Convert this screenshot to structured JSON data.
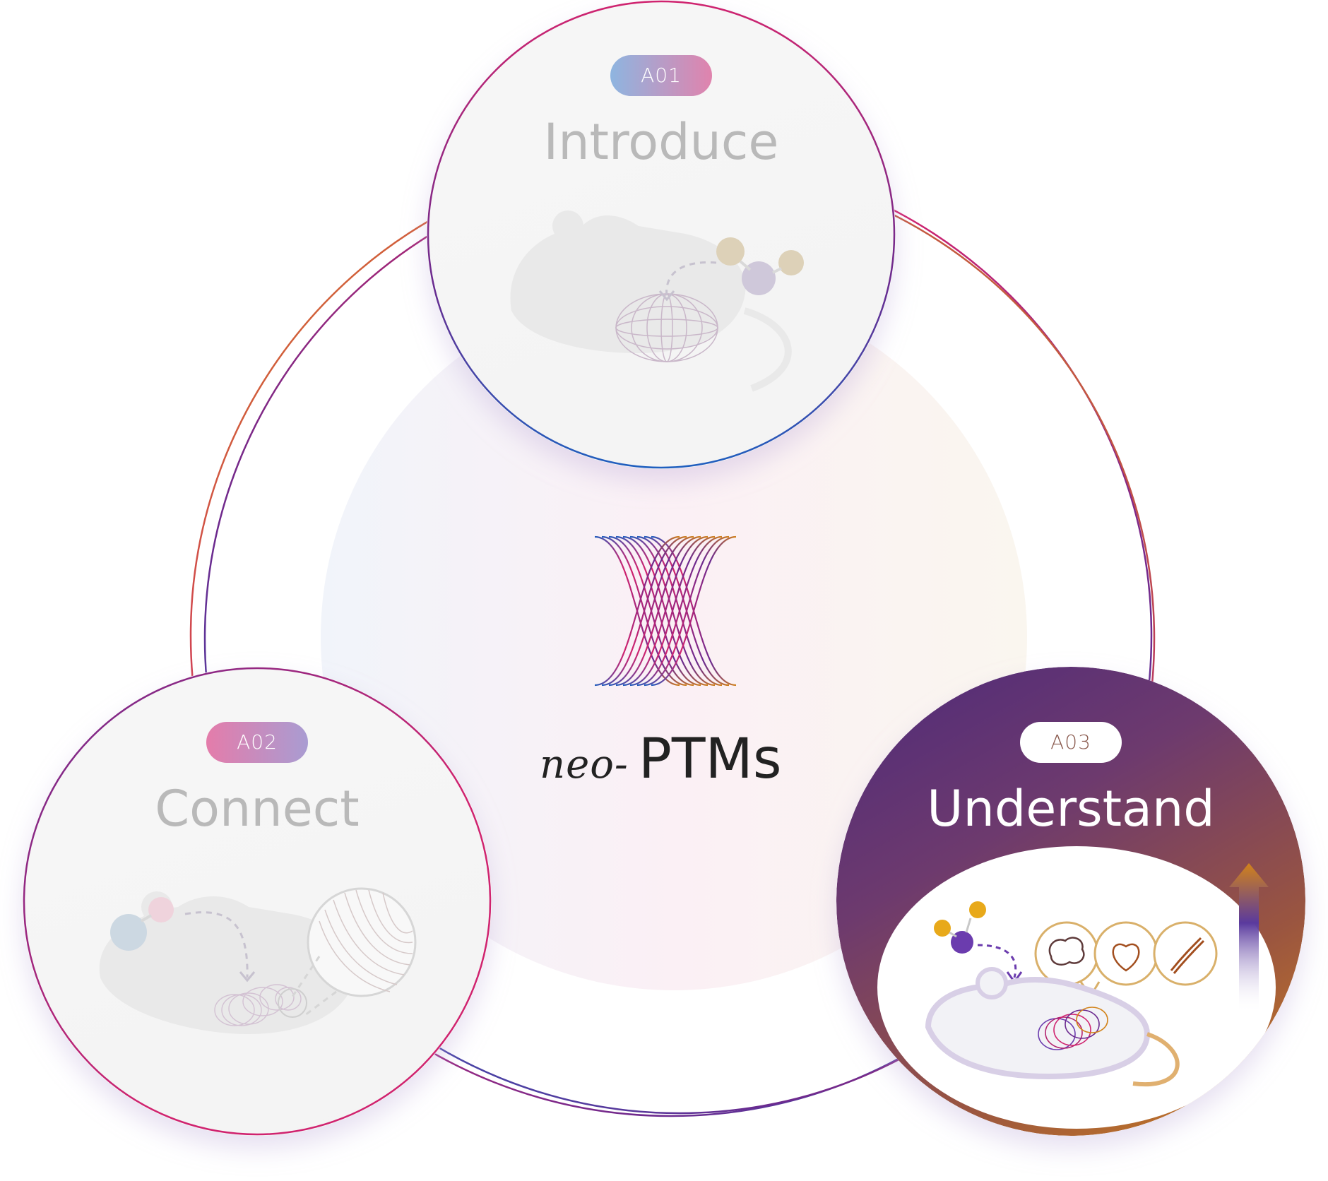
{
  "brand": {
    "prefix": "neo-",
    "name": "PTMs",
    "logo_icon": "spiral-ribbon-logo-icon"
  },
  "nodes": [
    {
      "id": "A01",
      "badge": "A01",
      "title": "Introduce",
      "active": false,
      "icon": "mouse-molecule-sphere-icon"
    },
    {
      "id": "A02",
      "badge": "A02",
      "title": "Connect",
      "active": false,
      "icon": "mouse-molecule-spiral-zoom-icon"
    },
    {
      "id": "A03",
      "badge": "A03",
      "title": "Understand",
      "active": true,
      "icon": "mouse-brain-heart-muscle-arrow-icon"
    }
  ],
  "colors": {
    "blue": "#1f5fbf",
    "magenta": "#d0236f",
    "purple": "#6b2a8f",
    "orange": "#d2831a",
    "active_start": "#4e2a7a",
    "active_end": "#cd7f1d",
    "inactive_title": "#b9b9b9"
  }
}
